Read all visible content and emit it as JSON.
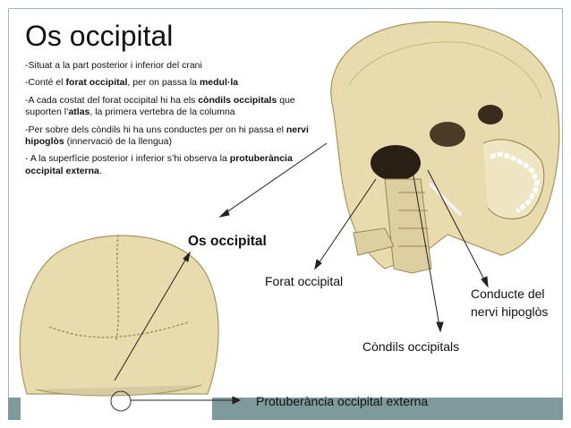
{
  "slide": {
    "title": "Os occipital",
    "bullets": [
      {
        "parts": [
          "-Situat a la part posterior i inferior del crani"
        ]
      },
      {
        "parts": [
          "-Conté el ",
          "forat occipital",
          ", per on passa la ",
          "medul·la"
        ]
      },
      {
        "parts": [
          "-A cada costat del forat occipital hi ha els ",
          "còndils occipitals",
          "  que suporten l’",
          "atlas",
          ", la primera vertebra de la columna"
        ]
      },
      {
        "parts": [
          "-Per sobre dels còndils hi ha uns conductes per on hi passa el ",
          "nervi hipoglòs",
          " (innervació de la llengua)"
        ]
      },
      {
        "parts": [
          "- A la superfície posterior i inferior s’hi observa la ",
          "protuberància occipital externa",
          "."
        ]
      }
    ],
    "labels": {
      "os_occipital": "Os occipital",
      "forat": "Forat occipital",
      "conducte_line1": "Conducte del",
      "conducte_line2": "nervi hipoglòs",
      "condils": "Còndils occipitals",
      "protuberancia": "Protuberància occipital externa"
    },
    "colors": {
      "frame": "#9fb7ba",
      "footer": "#7f9a9d",
      "bone": "#e8dcae"
    }
  }
}
